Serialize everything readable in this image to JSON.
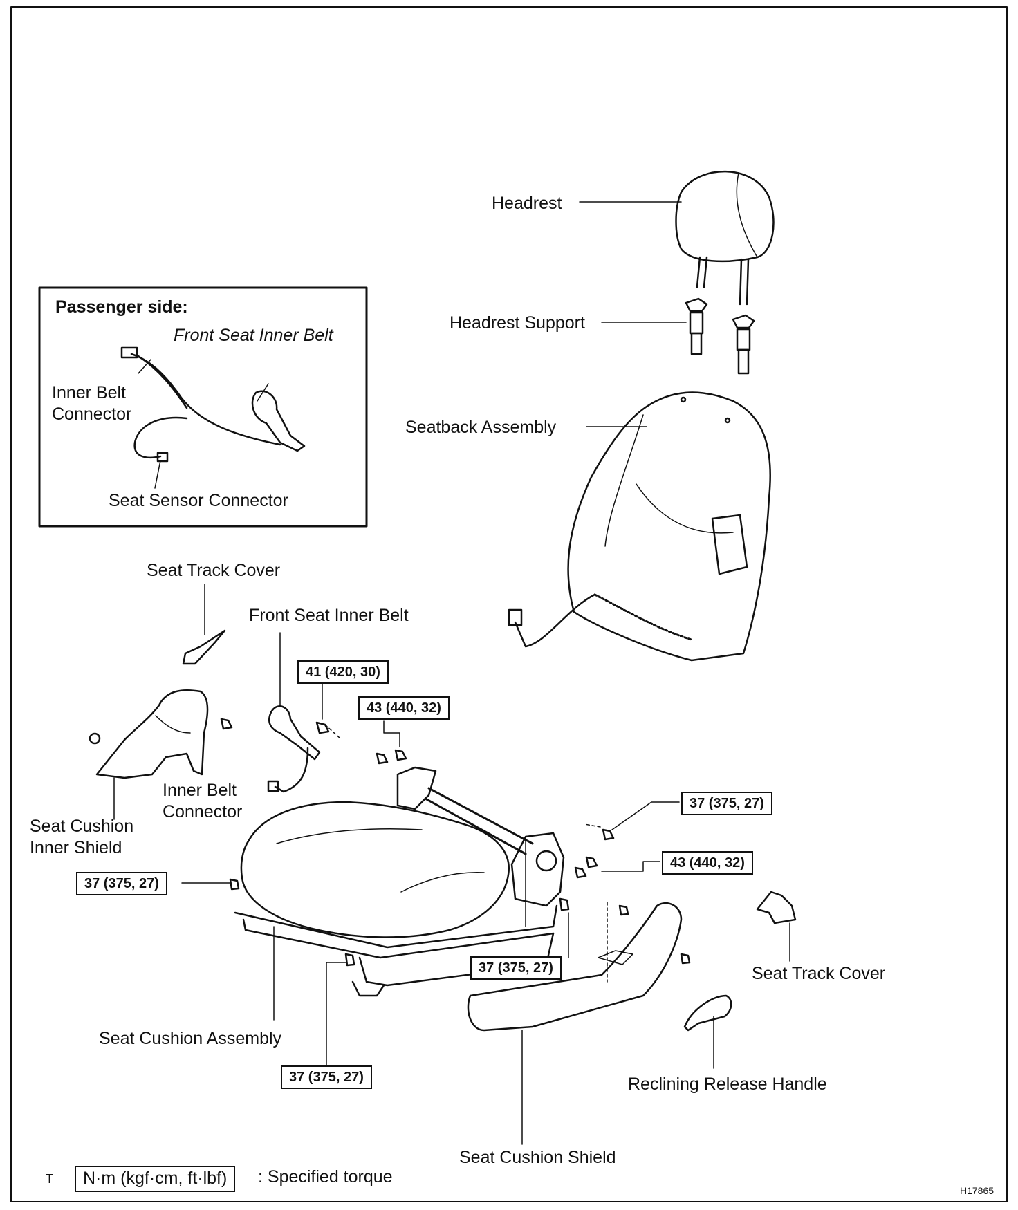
{
  "inset": {
    "title": "Passenger side:",
    "front_seat_inner_belt": "Front Seat Inner Belt",
    "inner_belt_connector": "Inner Belt\nConnector",
    "seat_sensor_connector": "Seat Sensor Connector"
  },
  "labels": {
    "headrest": "Headrest",
    "headrest_support": "Headrest Support",
    "seatback_assembly": "Seatback Assembly",
    "seat_track_cover_left": "Seat Track Cover",
    "front_seat_inner_belt": "Front Seat Inner Belt",
    "inner_belt_connector": "Inner Belt\nConnector",
    "seat_cushion_inner_shield": "Seat Cushion\nInner Shield",
    "seat_cushion_assembly": "Seat Cushion Assembly",
    "seat_track_cover_right": "Seat Track Cover",
    "reclining_release_handle": "Reclining Release Handle",
    "seat_cushion_shield": "Seat Cushion Shield"
  },
  "torques": {
    "t1": "41 (420, 30)",
    "t2": "43 (440, 32)",
    "t3": "37 (375, 27)",
    "t4": "43 (440, 32)",
    "t5": "37 (375, 27)",
    "t6": "37 (375, 27)",
    "t7": "37 (375, 27)"
  },
  "legend": {
    "symbol": "T",
    "units": "N·m (kgf·cm, ft·lbf)",
    "text": ": Specified torque"
  },
  "figure_code": "H17865"
}
